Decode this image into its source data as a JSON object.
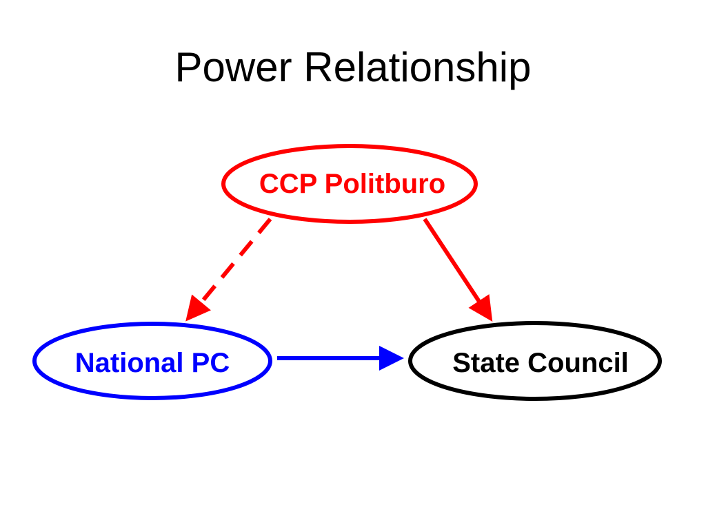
{
  "slide": {
    "title": "Power Relationship"
  },
  "nodes": {
    "politburo": {
      "label": "CCP Politburo",
      "color": "#ff0000"
    },
    "national_pc": {
      "label": "National PC",
      "color": "#0000ff"
    },
    "state_council": {
      "label": "State Council",
      "color": "#000000"
    }
  },
  "edges": [
    {
      "from": "CCP Politburo",
      "to": "National PC",
      "style": "dashed",
      "color": "#ff0000"
    },
    {
      "from": "CCP Politburo",
      "to": "State Council",
      "style": "solid",
      "color": "#ff0000"
    },
    {
      "from": "National PC",
      "to": "State Council",
      "style": "solid",
      "color": "#0000ff"
    }
  ]
}
